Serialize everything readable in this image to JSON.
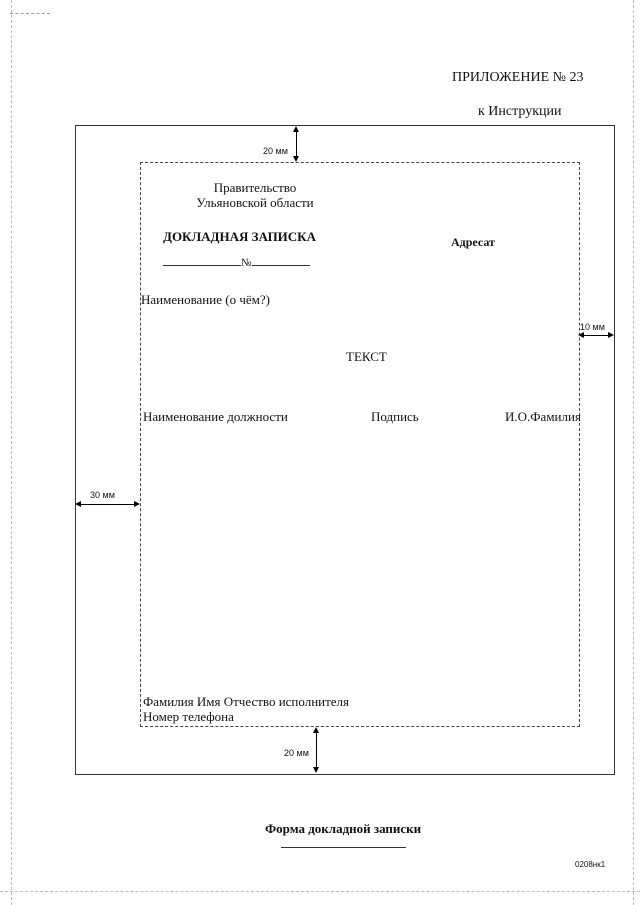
{
  "appendix": {
    "title": "ПРИЛОЖЕНИЕ № 23",
    "reference": "к Инструкции"
  },
  "form": {
    "organization_line1": "Правительство",
    "organization_line2": "Ульяновской области",
    "document_title": "ДОКЛАДНАЯ ЗАПИСКА",
    "addressee": "Адресат",
    "number_sign": "№",
    "subject": "Наименование (о чём?)",
    "body": "ТЕКСТ",
    "position": "Наименование должности",
    "signature": "Подпись",
    "signer_name": "И.О.Фамилия",
    "executor_name": "Фамилия Имя Отчество исполнителя",
    "executor_phone": "Номер телефона"
  },
  "margins": {
    "top": "20 мм",
    "right": "10 мм",
    "left": "30 мм",
    "bottom": "20 мм"
  },
  "caption": "Форма докладной записки",
  "footer_code": "0208нк1"
}
